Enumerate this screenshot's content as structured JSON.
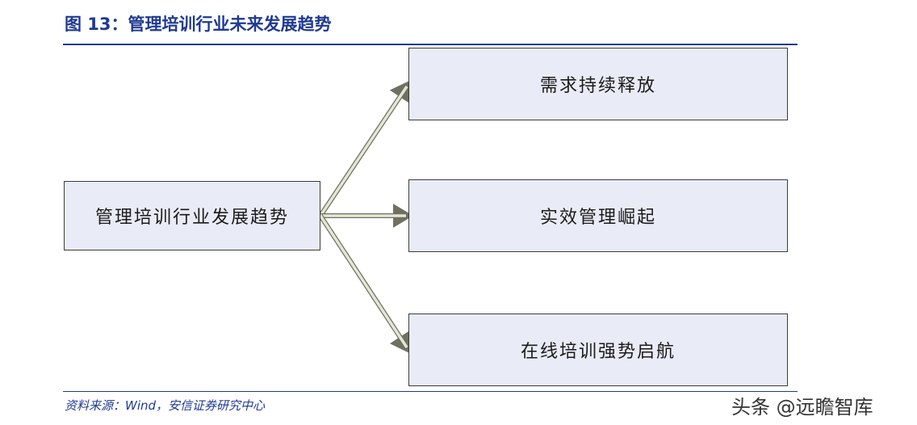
{
  "title": "图 13：管理培训行业未来发展趋势",
  "diagram": {
    "root": "管理培训行业发展趋势",
    "branches": [
      "需求持续释放",
      "实效管理崛起",
      "在线培训强势启航"
    ]
  },
  "source": "资料来源：Wind，安信证券研究中心",
  "watermark": "头条 @远瞻智库",
  "colors": {
    "title": "#1f3a93",
    "box_fill": "#e9ecf6",
    "box_border": "#3c3c3c",
    "arrow_fill": "#e4e6d6",
    "arrow_stroke": "#6f7060"
  }
}
